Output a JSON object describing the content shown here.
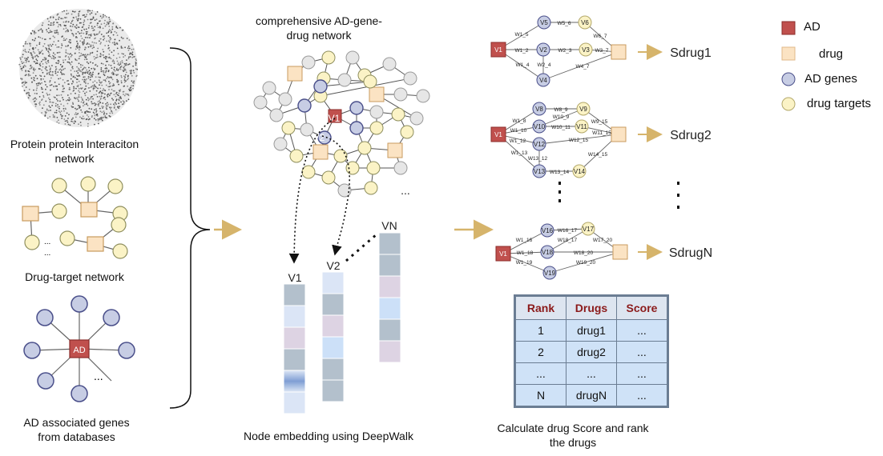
{
  "left": {
    "ppi_label": "Protein protein Interaciton network",
    "drug_target_label": "Drug-target network",
    "drug_target_ellipsis": "...",
    "ad_genes_label": "AD associated genes from databases",
    "ad_node": "AD",
    "ad_ellipsis": "..."
  },
  "middle": {
    "network_title": "comprehensive AD-gene-drug network",
    "v1_node": "V1",
    "v2_node": "V2",
    "network_ellipsis": "...",
    "embedding_labels": [
      "V1",
      "V2",
      "VN"
    ],
    "embedding_caption": "Node embedding using DeepWalk"
  },
  "right": {
    "subnets": [
      {
        "score": "Sdrug1",
        "nodes": [
          "V5",
          "V6",
          "V1",
          "V2",
          "V3",
          "V4"
        ],
        "edges": [
          "W5_6",
          "W1_5",
          "W6_7",
          "W1_2",
          "W2_3",
          "W3_7",
          "W1_4",
          "W2_4",
          "W4_7"
        ]
      },
      {
        "score": "Sdrug2",
        "nodes": [
          "V8",
          "V9",
          "V1",
          "V10",
          "V11",
          "V12",
          "V13",
          "V14"
        ],
        "edges": [
          "W8_9",
          "W1_8",
          "W10_9",
          "W9_15",
          "W1_10",
          "W10_11",
          "W11_15",
          "W1_12",
          "W12_15",
          "W1_13",
          "W14_15",
          "W13_12",
          "W13_14"
        ]
      },
      {
        "score": "SdrugN",
        "nodes": [
          "V16",
          "V17",
          "V1",
          "V18",
          "V19"
        ],
        "edges": [
          "W16_17",
          "W1_16",
          "W18_17",
          "W17_20",
          "W1_18",
          "W18_20",
          "W1_19",
          "W19_20"
        ]
      }
    ],
    "table_headers": [
      "Rank",
      "Drugs",
      "Score"
    ],
    "table_rows": [
      [
        "1",
        "drug1",
        "..."
      ],
      [
        "2",
        "drug2",
        "..."
      ],
      [
        "...",
        "...",
        "..."
      ],
      [
        "N",
        "drugN",
        "..."
      ]
    ],
    "caption": "Calculate drug Score and rank the drugs"
  },
  "legend": {
    "items": [
      "AD",
      "drug",
      "AD genes",
      "drug targets"
    ]
  },
  "colors": {
    "ad": "#c0504d",
    "drug": "#fbe3c3",
    "gene": "#c7cde4",
    "target": "#fbf3c6",
    "arrow": "#d6b46b",
    "gray_node": "#e6e6e6"
  }
}
